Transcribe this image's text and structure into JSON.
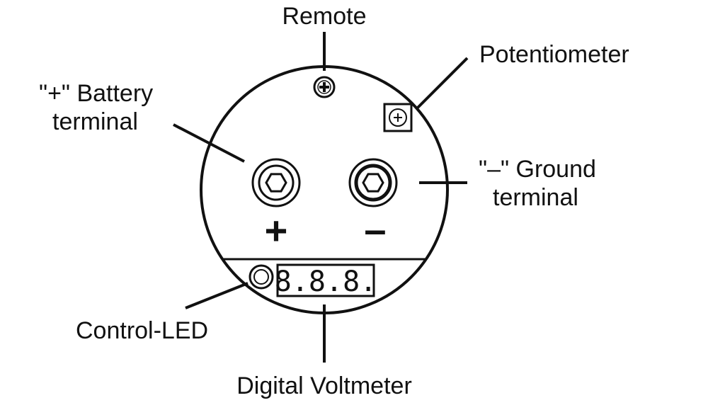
{
  "labels": {
    "remote": "Remote",
    "potentiometer": "Potentiometer",
    "battery_line1": "\"+\" Battery",
    "battery_line2": "terminal",
    "ground_line1": "\"–\" Ground",
    "ground_line2": "terminal",
    "control_led": "Control-LED",
    "digital_voltmeter": "Digital Voltmeter"
  },
  "terminals": {
    "plus_symbol": "+",
    "minus_symbol": "–"
  },
  "display": {
    "readout": "8.8.8."
  },
  "colors": {
    "ink": "#111111",
    "background": "#ffffff"
  }
}
